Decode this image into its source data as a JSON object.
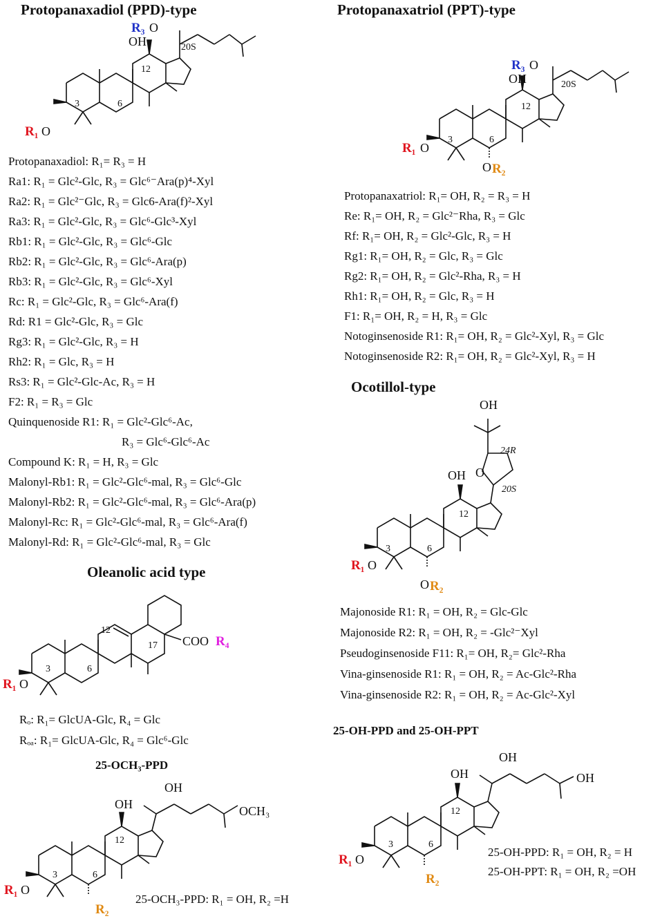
{
  "ppd": {
    "title": "Protopanaxadiol (PPD)-type",
    "lines": [
      "Protopanaxadiol: R₁= R₃ = H",
      "Ra1: R₁ = Glc²-Glc, R₃ = Glc⁶⁻Ara(p)⁴-Xyl",
      "Ra2: R₁ = Glc²⁻Glc, R₃ = Glc6-Ara(f)²-Xyl",
      "Ra3: R₁ = Glc²-Glc, R₃ = Glc⁶-Glc³-Xyl",
      "Rb1: R₁ = Glc²-Glc, R₃ = Glc⁶-Glc",
      "Rb2: R₁ = Glc²-Glc, R₃ = Glc⁶-Ara(p)",
      "Rb3: R₁ = Glc²-Glc, R₃ = Glc⁶-Xyl",
      "Rc: R₁ = Glc²-Glc, R₃ = Glc⁶-Ara(f)",
      "Rd: R1 = Glc²-Glc, R₃ = Glc",
      "Rg3: R₁ = Glc²-Glc, R₃ = H",
      "Rh2: R₁ = Glc, R₃ = H",
      "Rs3: R₁ = Glc²-Glc-Ac, R₃ = H",
      "F2: R₁ = R₃ = Glc",
      "Quinquenoside R1: R₁ = Glc²-Glc⁶-Ac,",
      "R₃ = Glc⁶-Glc⁶-Ac",
      "Compound K: R₁ = H, R₃ = Glc",
      "Malonyl-Rb1: R₁ = Glc²-Glc⁶-mal, R₃ = Glc⁶-Glc",
      "Malonyl-Rb2: R₁ = Glc²-Glc⁶-mal, R₃ = Glc⁶-Ara(p)",
      "Malonyl-Rc: R₁ = Glc²-Glc⁶-mal, R₃ = Glc⁶-Ara(f)",
      "Malonyl-Rd: R₁ = Glc²-Glc⁶-mal, R₃ = Glc"
    ]
  },
  "ppt": {
    "title": "Protopanaxatriol (PPT)-type",
    "lines": [
      "Protopanaxatriol: R₁= OH, R₂ = R₃ = H",
      "Re: R₁= OH, R₂ = Glc²⁻Rha, R₃ = Glc",
      "Rf: R₁= OH, R₂ = Glc²-Glc, R₃ = H",
      "Rg1: R₁= OH, R₂ = Glc, R₃ = Glc",
      "Rg2: R₁= OH, R₂ = Glc²-Rha, R₃ = H",
      "Rh1: R₁= OH, R₂ = Glc, R₃ = H",
      "F1: R₁= OH, R₂ = H, R₃ = Glc",
      "Notoginsenoside R1: R₁= OH, R₂ = Glc²-Xyl, R₃ = Glc",
      "Notoginsenoside R2: R₁= OH, R₂ = Glc²-Xyl, R₃ = H"
    ]
  },
  "ocotillol": {
    "title": "Ocotillol-type",
    "lines": [
      "Majonoside R1: R₁ = OH, R₂ = Glc-Glc",
      "Majonoside R2: R₁ = OH, R₂ = -Glc²⁻Xyl",
      "Pseudoginsenoside F11: R₁= OH, R₂= Glc²-Rha",
      "Vina-ginsenoside R1: R₁ = OH, R₂ = Ac-Glc²-Rha",
      "Vina-ginsenoside R2: R₁ = OH, R₂ = Ac-Glc²-Xyl"
    ]
  },
  "oleanolic": {
    "title": "Oleanolic acid type",
    "lines": [
      "Rₒ: R₁= GlcUA-Glc, R₄ = Glc",
      "Rₒₐ: R₁= GlcUA-Glc, R₄ = Glc⁶-Glc"
    ]
  },
  "och3": {
    "title": "25-OCH₃-PPD",
    "lines": [
      "25-OCH₃-PPD: R₁ = OH, R₂ =H"
    ]
  },
  "oh25": {
    "title": "25-OH-PPD and 25-OH-PPT",
    "lines": [
      "25-OH-PPD: R₁ = OH, R₂ = H",
      "25-OH-PPT: R₁ = OH, R₂ =OH"
    ]
  },
  "labels": {
    "r1": "R₁",
    "r2": "R₂",
    "r3": "R₃",
    "r4": "R₄",
    "o": "O",
    "oh": "OH",
    "och3": "OCH₃",
    "cooh": "COO",
    "n3": "3",
    "n6": "6",
    "n12": "12",
    "n17": "17",
    "n20s": "20S",
    "n24r": "24R",
    "c20s_it": "20S"
  },
  "colors": {
    "r1": "#e0141e",
    "r2": "#e08a14",
    "r3": "#2032c8",
    "r4": "#e020e0"
  }
}
